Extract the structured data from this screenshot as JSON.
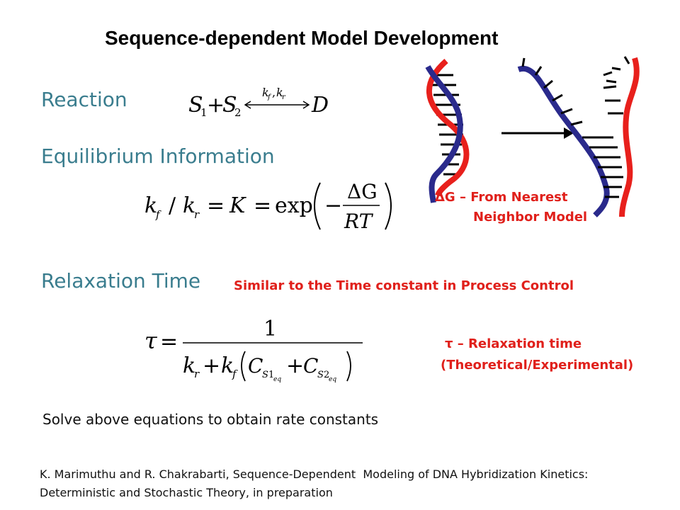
{
  "slide": {
    "title": "Sequence-dependent Model Development",
    "headings": {
      "reaction": "Reaction",
      "equilibrium": "Equilibrium Information",
      "relaxation": "Relaxation Time"
    },
    "notes": {
      "delta_g_line1": "ΔG – From Nearest",
      "delta_g_line2": "Neighbor Model",
      "similar": "Similar to the Time constant in Process Control",
      "tau_line1": "τ – Relaxation time",
      "tau_line2": "(Theoretical/Experimental)"
    },
    "solve_text": "Solve above equations to obtain rate constants",
    "reference_line1": "K. Marimuthu and R. Chakrabarti, Sequence-Dependent  Modeling of DNA Hybridization Kinetics:",
    "reference_line2": "Deterministic and Stochastic Theory, in preparation"
  },
  "colors": {
    "heading": "#3a7d8e",
    "note_red": "#e0201b",
    "strand_red": "#e8201c",
    "strand_blue": "#2a2a8c"
  }
}
